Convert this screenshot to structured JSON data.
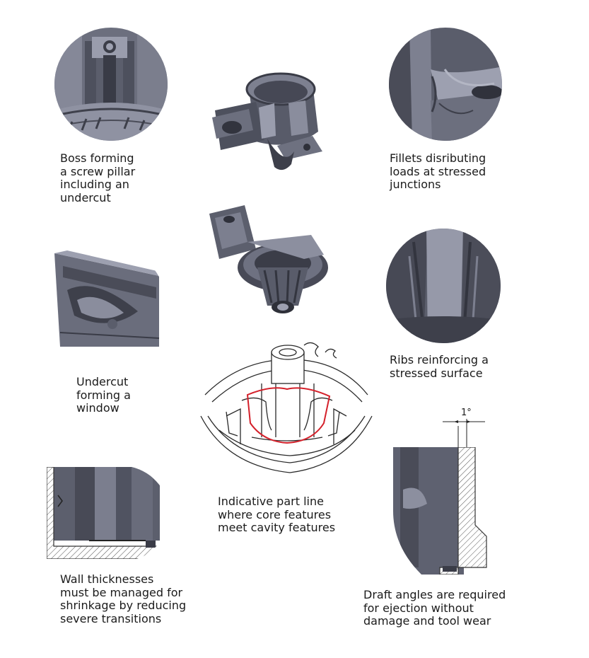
{
  "captions": {
    "boss": [
      "Boss forming",
      "a screw pillar",
      "including an",
      "undercut"
    ],
    "fillets": [
      "Fillets disributing",
      "loads at stressed",
      "junctions"
    ],
    "undercut": [
      "Undercut",
      "forming a",
      "window"
    ],
    "ribs": [
      "Ribs reinforcing a",
      "stressed surface"
    ],
    "partline": [
      "Indicative part line",
      "where core features",
      "meet cavity features"
    ],
    "wall": [
      "Wall thicknesses",
      "must be managed for",
      "shrinkage by reducing",
      "severe transitions"
    ],
    "draft": [
      "Draft angles are required",
      "for ejection without",
      "damage and tool wear"
    ]
  },
  "draft_angle_label": "1°",
  "colors": {
    "cad_dark": "#3f414d",
    "cad_mid": "#676a7a",
    "cad_light": "#9da0b0",
    "part_line": "#d4212b",
    "line_art": "#2a2a2a"
  }
}
